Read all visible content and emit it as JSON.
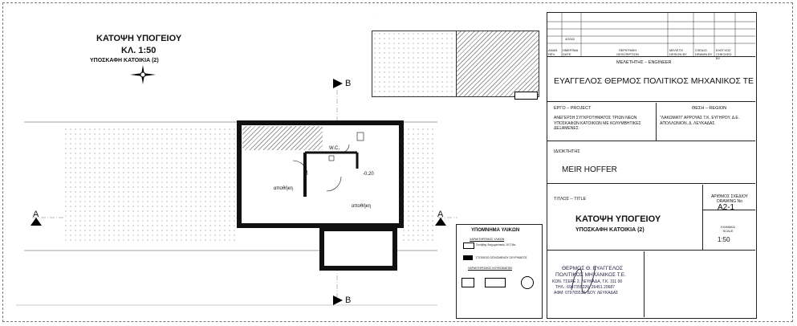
{
  "drawing": {
    "title_line1": "ΚΑΤΟΨΗ ΥΠΟΓΕΙΟΥ",
    "title_line2": "ΚΛ. 1:50",
    "title_line3": "ΥΠΟΣΚΑΦΗ ΚΑΤΟΙΚΙΑ (2)",
    "section_a_left": "A",
    "section_a_right": "A",
    "section_b_top": "B",
    "section_b_bottom": "B",
    "room_left": "αποθήκη",
    "room_right": "αποθήκη",
    "room_wc": "W.C.",
    "level_mark": "-0.20"
  },
  "legend": {
    "title": "ΥΠΟΜΝΗΜΑ ΥΛΙΚΩΝ",
    "subtitle1": "ΧΑΡΑΚΤΗΡΙΣΜΟΣ ΥΛΙΚΩΝ",
    "item1": "Συνήθης διαχωριστικός 10 Τ.Βα.",
    "item2": "ΣΤΟΙΧΕΙΟ ΟΠΛΙΣΜΕΝΟΥ ΣΚΥΡ/ΜΑΤΟΣ",
    "subtitle2": "ΧΑΡΑΚΤΗΡΙΣΜΟΣ ΚΟΥΦΩΜΑΤΩΝ"
  },
  "titleblock": {
    "rev_headers": [
      "ΑΝΑΘ. REV.",
      "ΗΜΕΡ/ΝΙΑ DATE",
      "ΠΕΡΙΓΡΑΦΗ DESCRIPTION",
      "ΜΕΛΕΤΗ DESIGN BY",
      "ΣΧΕΔΙΟ DRAWN BY",
      "ΕΛΕΓΧΟΣ CHECKED BY"
    ],
    "rev_date": "4/2022",
    "engineer_label": "ΜΕΛΕΤΗΤΗΣ – ENGINEER",
    "engineer_name": "ΕΥΑΓΓΕΛΟΣ ΘΕΡΜΟΣ ΠΟΛΙΤΙΚΟΣ ΜΗΧΑΝΙΚΟΣ ΤΕ",
    "project_label": "ΕΡΓΟ – PROJECT",
    "project_text": "ΑΝΕΓΕΡΣΗ ΣΥΓΚΡΟΤΗΜΑΤΟΣ ΤΡΙΩΝ ΝΕΩΝ ΥΠΟΣΚΑΦΩΝ ΚΑΤΟΙΚΙΩΝ ΜΕ ΚΟΛΥΜΒΗΤΙΚΕΣ ΔΕΞΑΜΕΝΕΣ",
    "region_label": "ΘΕΣΗ – REGION",
    "region_text": "\"ΛΑΚΩΜΑΤΙ\" ΑΡΡΟΥΑΣ Τ.Κ. ΕΥΓΗΡΟΥ, Δ.Ε. ΑΠΟΛΛΩΝΙΟΝ, Δ. ΛΕΥΚΑΔΑΣ",
    "owner_label": "ΙΔΙΟΚΤΗΤΗΣ",
    "owner_name": "MEIR HOFFER",
    "title_label": "ΤΙΤΛΟΣ – TITLE",
    "title_main": "ΚΑΤΟΨΗ ΥΠΟΓΕΙΟΥ",
    "title_sub": "ΥΠΟΣΚΑΦΗ ΚΑΤΟΙΚΙΑ (2)",
    "drawing_no_label": "ΑΡΙΘΜΟΣ ΣΧΕΔΙΟΥ DRAWING No",
    "drawing_no": "A2-1",
    "scale_label": "ΚΛΙΜΑΚΑ SCALE",
    "scale": "1:50",
    "stamp_line1": "ΘΕΡΜΟΣ Θ. ΕΥΑΓΓΕΛΟΣ",
    "stamp_line2": "ΠΟΛΙΤΙΚΟΣ ΜΗΧΑΝΙΚΟΣ Τ.Ε.",
    "stamp_line3": "ΚΩΝ. ΤΣΕΡΕ 2, ΛΕΥΚΑΔΑ, Τ.Κ. 311 00",
    "stamp_line4": "ΤΗΛ.: 6947355220, 26451 20687",
    "stamp_line5": "ΑΦΜ: 079765530, ΔΟΥ. ΛΕΥΚΑΔΑΣ"
  }
}
